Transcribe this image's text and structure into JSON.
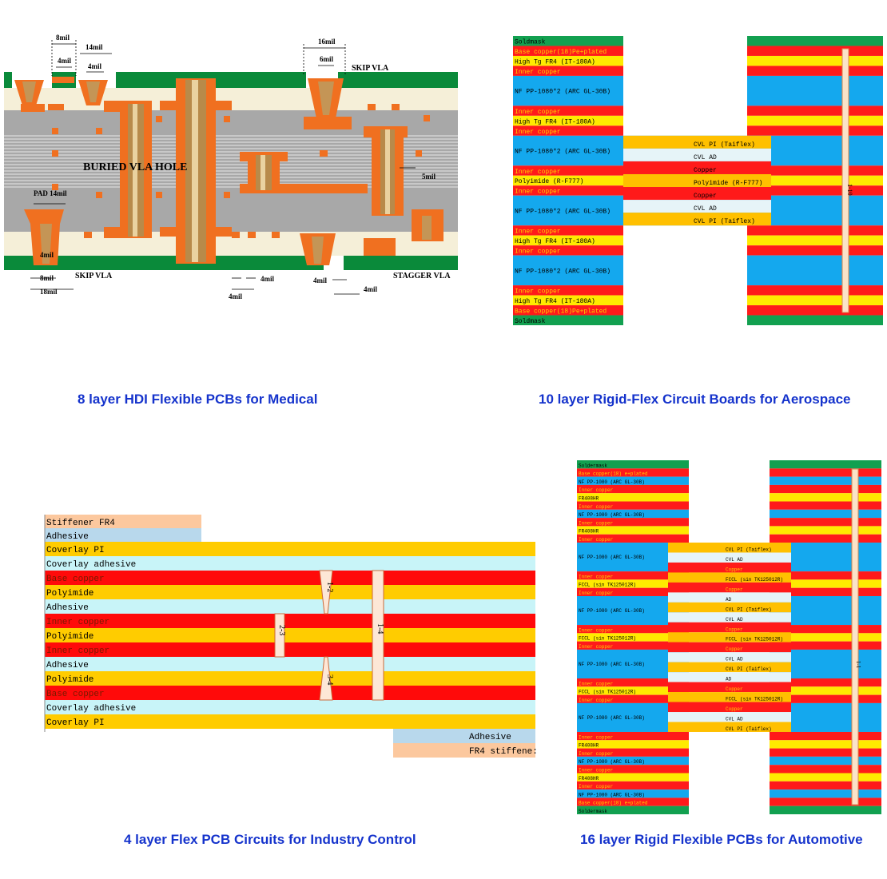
{
  "captions": {
    "top_left": "8 layer HDI  Flexible PCBs for Medical",
    "top_right": "10 layer Rigid-Flex Circuit Boards for Aerospace",
    "bottom_left": "4 layer Flex PCB Circuits for Industry Control",
    "bottom_right": "16 layer Rigid Flexible PCBs for Automotive"
  },
  "hdi": {
    "labels": {
      "m8_top": "8mil",
      "m14": "14mil",
      "m4a": "4mil",
      "m4b": "4mil",
      "m16": "16mil",
      "m6": "6mil",
      "skip_top": "SKIP VLA",
      "buried": "BURIED VLA HOLE",
      "pad": "PAD 14mil",
      "m5": "5mil",
      "m4c": "4mil",
      "m8_bot": "8mil",
      "m18": "18mil",
      "skip_bot": "SKIP VLA",
      "m4d": "4mil",
      "m4e": "4mil",
      "m4f": "4mil",
      "m4g": "4mil",
      "stagger": "STAGGER VLA"
    },
    "colors": {
      "mask": "#0a8a3a",
      "cream": "#f5efd8",
      "grey": "#a8a8a8",
      "orange": "#f07020"
    }
  },
  "rigidflex10": {
    "left_layers": [
      {
        "label": "Soldmask",
        "color": "#12a050"
      },
      {
        "label": "Base copper(18)Pe+plated",
        "color": "#ff1a1a"
      },
      {
        "label": "High Tg FR4 (IT-180A)",
        "color": "#ffea00"
      },
      {
        "label": "Inner copper",
        "color": "#ff1a1a"
      },
      {
        "label": "NF PP-1080*2 (ARC GL-30B)",
        "color": "#14a8ee",
        "tall": true
      },
      {
        "label": "Inner copper",
        "color": "#ff1a1a"
      },
      {
        "label": "High Tg FR4 (IT-180A)",
        "color": "#ffea00"
      },
      {
        "label": "Inner copper",
        "color": "#ff1a1a"
      },
      {
        "label": "NF PP-1080*2 (ARC GL-30B)",
        "color": "#14a8ee",
        "tall": true
      },
      {
        "label": "Inner copper",
        "color": "#ff1a1a"
      },
      {
        "label": "Polyimide (R-F777)",
        "color": "#ffea00"
      },
      {
        "label": "Inner copper",
        "color": "#ff1a1a"
      },
      {
        "label": "NF PP-1080*2 (ARC GL-30B)",
        "color": "#14a8ee",
        "tall": true
      },
      {
        "label": "Inner copper",
        "color": "#ff1a1a"
      },
      {
        "label": "High Tg FR4 (IT-180A)",
        "color": "#ffea00"
      },
      {
        "label": "Inner copper",
        "color": "#ff1a1a"
      },
      {
        "label": "NF PP-1080*2 (ARC GL-30B)",
        "color": "#14a8ee",
        "tall": true
      },
      {
        "label": "Inner copper",
        "color": "#ff1a1a"
      },
      {
        "label": "High Tg FR4 (IT-180A)",
        "color": "#ffea00"
      },
      {
        "label": "Base copper(18)Pe+plated",
        "color": "#ff1a1a"
      },
      {
        "label": "Soldmask",
        "color": "#12a050"
      }
    ],
    "flex_labels": [
      "CVL PI (Taiflex)",
      "CVL AD",
      "Copper",
      "Polyimide (R-F777)",
      "Copper",
      "CVL AD",
      "CVL PI (Taiflex)"
    ],
    "via_label": "1-10"
  },
  "flex4": {
    "layers": [
      "Coverlay PI",
      "Coverlay adhesive",
      "Base copper",
      "Polyimide",
      "Adhesive",
      "Inner copper",
      "Polyimide",
      "Inner copper",
      "Adhesive",
      "Polyimide",
      "Base copper",
      "Coverlay adhesive",
      "Coverlay PI"
    ],
    "stiffener_top": "Stiffener    FR4",
    "adhesive_top": "Adhesive",
    "adhesive_bottom": "Adhesive",
    "stiffener_bottom": "FR4 stiffene:",
    "vias": {
      "v12": "1-2",
      "v23": "2-3",
      "v14": "1-4",
      "v34": "3-4"
    }
  },
  "rigidflex16": {
    "left_layers": [
      "Soldermask",
      "Base copper(18) e+plated",
      "NF PP-1080 (ARC GL-30B)",
      "Inner copper",
      "FR408HR",
      "Inner copper",
      "NF PP-1080 (ARC GL-30B)",
      "Inner copper",
      "FR408HR",
      "Inner copper",
      "NF PP-1080 (ARC GL-30B)",
      "Inner copper",
      "FCCL (sin TK125012R)",
      "Inner copper",
      "NF PP-1080 (ARC GL-30B)",
      "Inner copper",
      "FCCL (sin TK125012R)",
      "Inner copper",
      "NF PP-1080 (ARC GL-30B)",
      "Inner copper",
      "FCCL (sin TK125012R)",
      "Inner copper",
      "NF PP-1080 (ARC GL-30B)",
      "Inner copper",
      "FR408HR",
      "Inner copper",
      "NF PP-1080 (ARC GL-30B)",
      "Inner copper",
      "FR408HR",
      "Inner copper",
      "NF PP-1080 (ARC GL-30B)",
      "Base copper(18) e+plated",
      "Soldermask"
    ],
    "flex_labels": [
      "CVL PI (Taiflex)",
      "CVL AD",
      "Copper",
      "FCCL (sin TK125012R)",
      "Copper",
      "AD",
      "CVL PI (Taiflex)",
      "CVL AD",
      "Copper",
      "FCCL (sin TK125012R)",
      "Copper",
      "CVL AD",
      "CVL PI (Taiflex)",
      "AD",
      "Copper",
      "FCCL (sin TK125012R)",
      "Copper",
      "CVL AD",
      "CVL PI (Taiflex)"
    ],
    "via_label": "1-1"
  }
}
